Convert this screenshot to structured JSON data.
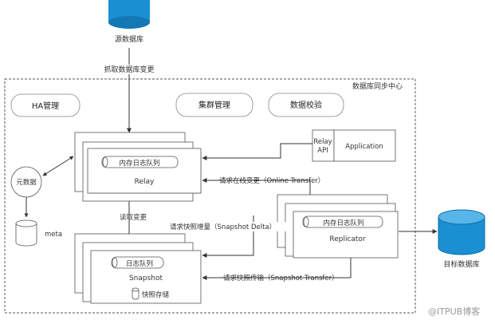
{
  "source_db": "源数据库",
  "capture_changes": "抓取数据库变更",
  "sync_center": "数据库同步中心",
  "ha": "HA管理",
  "cluster": "集群管理",
  "verify": "数据校验",
  "metadata": "元数据",
  "meta": "meta",
  "relay": {
    "queue": "内存日志队列",
    "name": "Relay"
  },
  "relay_api": "Relay\nAPI",
  "relay_api_line1": "Relay",
  "relay_api_line2": "API",
  "application": "Application",
  "online_transfer": "请求在线变更（Online Transfer）",
  "read_changes": "读取变更",
  "snapshot_delta": "请求快照增量（Snapshot Delta）",
  "replicator": {
    "queue": "内存日志队列",
    "name": "Replicator"
  },
  "snapshot": {
    "queue": "日志队列",
    "name": "Snapshot",
    "storage": "快照存储"
  },
  "snapshot_transfer": "请求快照传输（Snapshot Transfer）",
  "target_db": "目标数据库",
  "watermark": "@ITPUB博客",
  "colors": {
    "db_fill": "#1a8fd1",
    "db_top": "#57b5e8",
    "line": "#333333",
    "dashed": "#555555"
  }
}
